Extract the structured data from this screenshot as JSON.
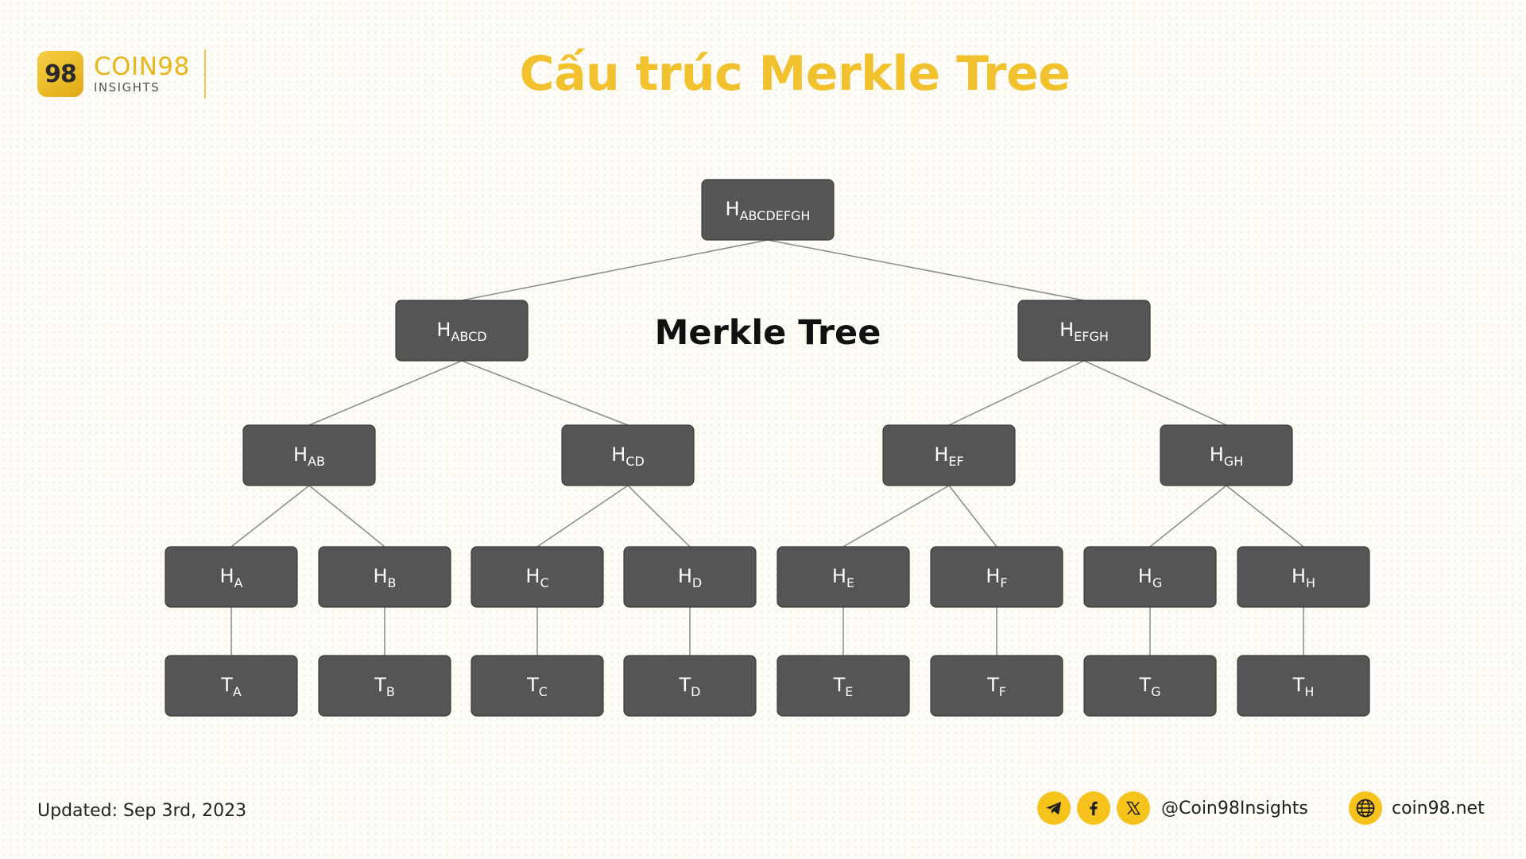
{
  "brand": {
    "badge": "98",
    "name": "COIN98",
    "sub": "INSIGHTS"
  },
  "title": "Cấu trúc Merkle Tree",
  "diagram": {
    "title": "Merkle Tree",
    "nodes": [
      {
        "id": "root",
        "main": "H",
        "sub": "ABCDEFGH"
      },
      {
        "id": "abcd",
        "main": "H",
        "sub": "ABCD"
      },
      {
        "id": "efgh",
        "main": "H",
        "sub": "EFGH"
      },
      {
        "id": "ab",
        "main": "H",
        "sub": "AB"
      },
      {
        "id": "cd",
        "main": "H",
        "sub": "CD"
      },
      {
        "id": "ef",
        "main": "H",
        "sub": "EF"
      },
      {
        "id": "gh",
        "main": "H",
        "sub": "GH"
      },
      {
        "id": "ha",
        "main": "H",
        "sub": "A"
      },
      {
        "id": "hb",
        "main": "H",
        "sub": "B"
      },
      {
        "id": "hc",
        "main": "H",
        "sub": "C"
      },
      {
        "id": "hd",
        "main": "H",
        "sub": "D"
      },
      {
        "id": "he",
        "main": "H",
        "sub": "E"
      },
      {
        "id": "hf",
        "main": "H",
        "sub": "F"
      },
      {
        "id": "hg",
        "main": "H",
        "sub": "G"
      },
      {
        "id": "hh",
        "main": "H",
        "sub": "H"
      },
      {
        "id": "ta",
        "main": "T",
        "sub": "A"
      },
      {
        "id": "tb",
        "main": "T",
        "sub": "B"
      },
      {
        "id": "tc",
        "main": "T",
        "sub": "C"
      },
      {
        "id": "td",
        "main": "T",
        "sub": "D"
      },
      {
        "id": "te",
        "main": "T",
        "sub": "E"
      },
      {
        "id": "tf",
        "main": "T",
        "sub": "F"
      },
      {
        "id": "tg",
        "main": "T",
        "sub": "G"
      },
      {
        "id": "th",
        "main": "T",
        "sub": "H"
      }
    ],
    "edges": [
      [
        "root",
        "abcd"
      ],
      [
        "root",
        "efgh"
      ],
      [
        "abcd",
        "ab"
      ],
      [
        "abcd",
        "cd"
      ],
      [
        "efgh",
        "ef"
      ],
      [
        "efgh",
        "gh"
      ],
      [
        "ab",
        "ha"
      ],
      [
        "ab",
        "hb"
      ],
      [
        "cd",
        "hc"
      ],
      [
        "cd",
        "hd"
      ],
      [
        "ef",
        "he"
      ],
      [
        "ef",
        "hf"
      ],
      [
        "gh",
        "hg"
      ],
      [
        "gh",
        "hh"
      ],
      [
        "ha",
        "ta"
      ],
      [
        "hb",
        "tb"
      ],
      [
        "hc",
        "tc"
      ],
      [
        "hd",
        "td"
      ],
      [
        "he",
        "te"
      ],
      [
        "hf",
        "tf"
      ],
      [
        "hg",
        "tg"
      ],
      [
        "hh",
        "th"
      ]
    ]
  },
  "footer": {
    "updated": "Updated: Sep 3rd, 2023",
    "handle": "@Coin98Insights",
    "website": "coin98.net",
    "icons": [
      "telegram-icon",
      "facebook-icon",
      "x-icon",
      "globe-icon"
    ]
  },
  "colors": {
    "accent": "#f2c12e",
    "node_fill": "#555555",
    "edge": "#8a8a8a"
  }
}
